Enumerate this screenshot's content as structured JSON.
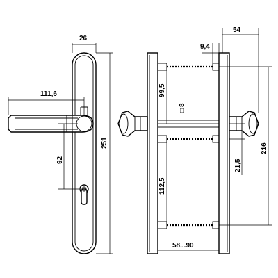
{
  "dimensions": {
    "plate_width": "26",
    "lever_length": "111,6",
    "plate_length": "251",
    "lever_to_cylinder": "92",
    "offset_54": "54",
    "offset_94": "9,4",
    "upper_spacing": "99,5",
    "spindle_square": "8",
    "spindle_symbol": "□",
    "screw_offset": "21,5",
    "total_spacing": "216",
    "lower_spacing": "112,5",
    "door_range": "58...90"
  },
  "icons": {
    "spindle": "square-spindle-icon",
    "cylinder": "keyhole-icon"
  }
}
